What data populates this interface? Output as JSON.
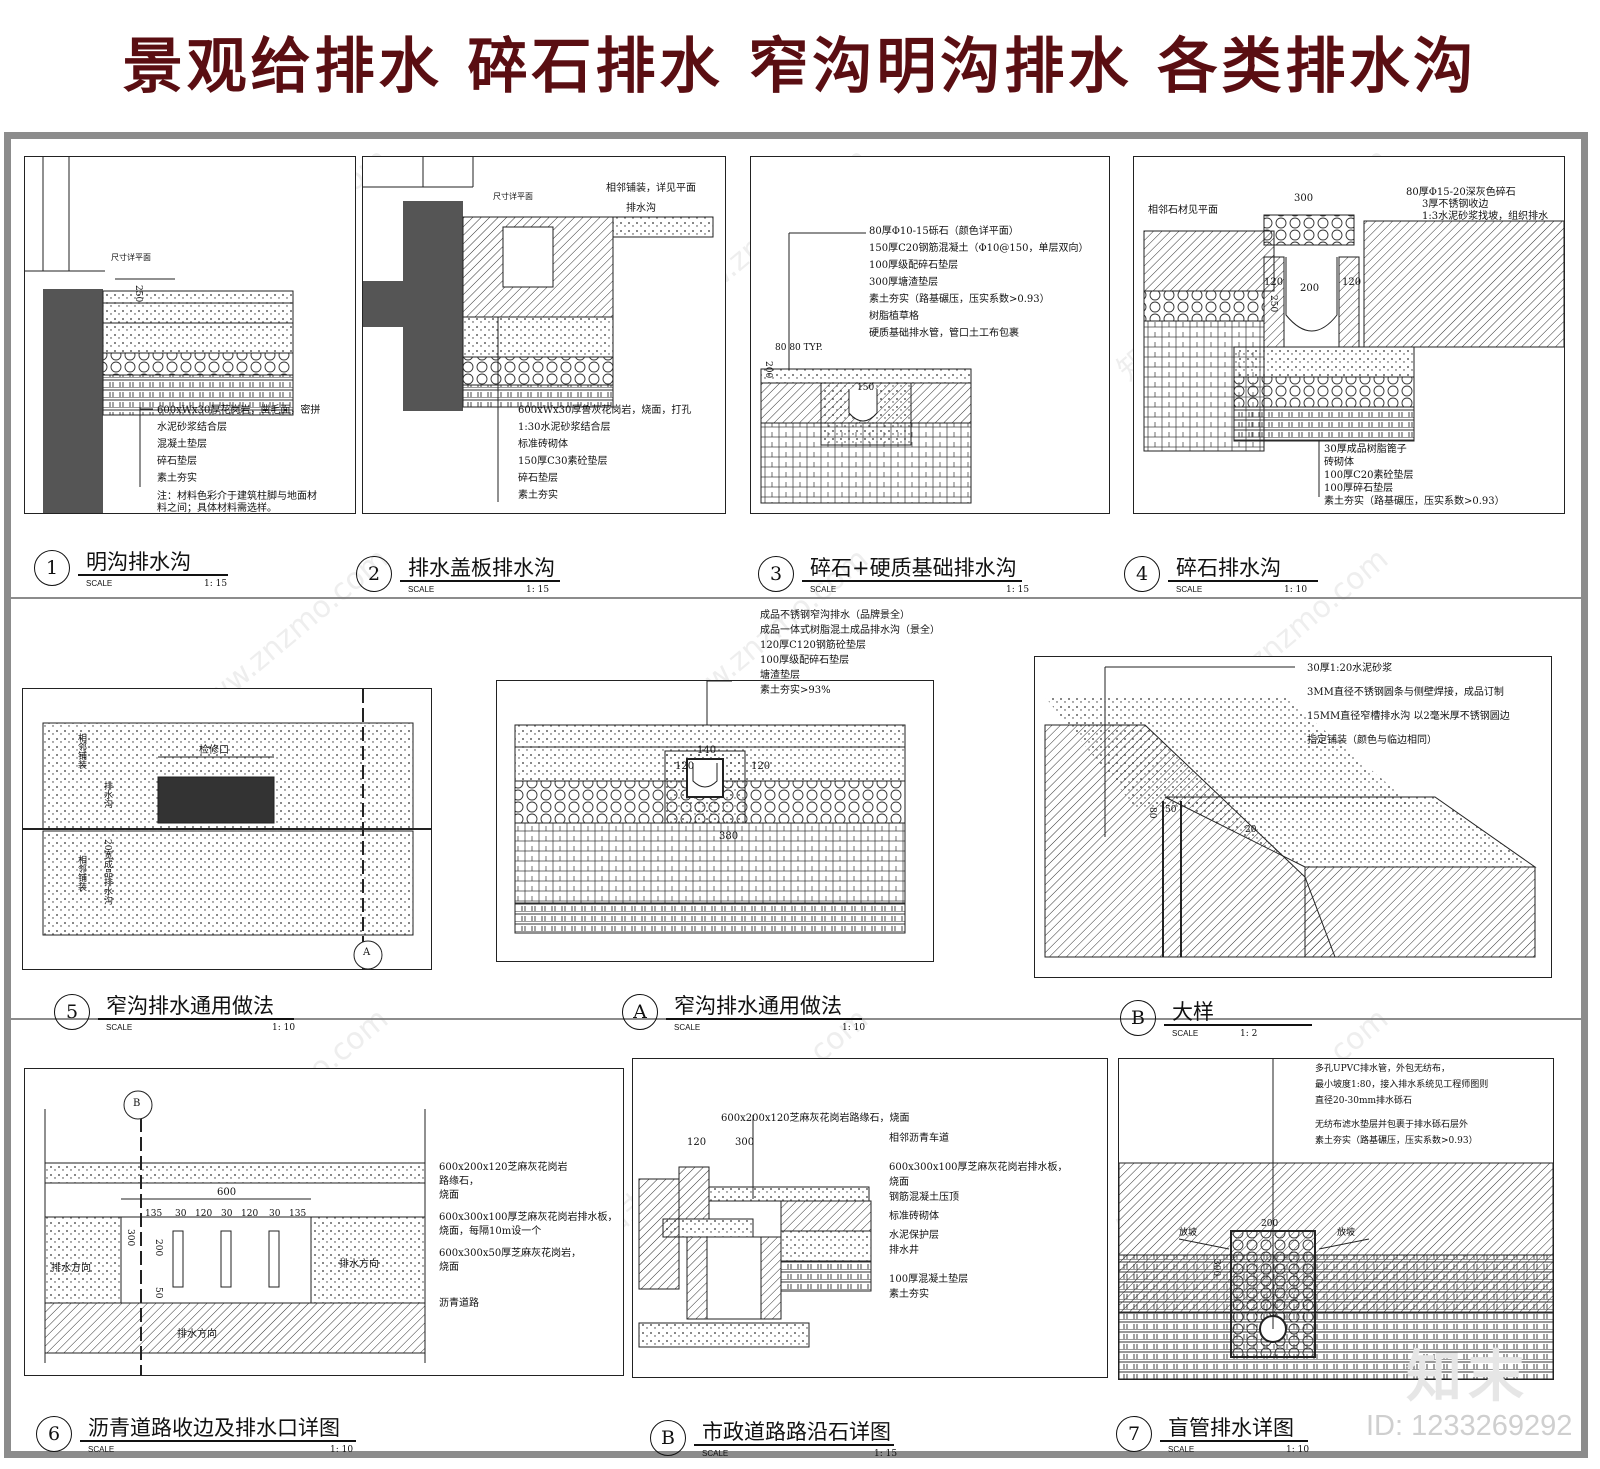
{
  "title": "景观给排水  碎石排水  窄沟明沟排水  各类排水沟",
  "scale_word": "SCALE",
  "watermark": "知末网www.znzmo.com",
  "logo": "知末",
  "id_text": "ID: 1233269292",
  "details": [
    {
      "num": "1",
      "name": "明沟排水沟",
      "ratio": "1: 15",
      "notes": [
        "600xWx30厚花岗岩，凿毛面，密拼",
        "水泥砂浆结合层",
        "混凝土垫层",
        "碎石垫层",
        "素土夯实",
        "注：材料色彩介于建筑柱脚与地面材",
        "料之间；具体材料需选样。"
      ],
      "labels": [
        "尺寸详平面",
        "250"
      ]
    },
    {
      "num": "2",
      "name": "排水盖板排水沟",
      "ratio": "1: 15",
      "notes": [
        "600xWx30厚鲁灰花岗岩，烧面，打孔",
        "1:30水泥砂浆结合层",
        "标准砖砌体",
        "150厚C30素砼垫层",
        "碎石垫层",
        "素土夯实"
      ],
      "labels": [
        "尺寸详平面",
        "相邻铺装，详见平面",
        "排水沟"
      ]
    },
    {
      "num": "3",
      "name": "碎石+硬质基础排水沟",
      "ratio": "1: 15",
      "notes": [
        "80厚Φ10-15砾石（颜色详平面）",
        "150厚C20钢筋混凝土（Φ10@150，单层双向）",
        "100厚级配碎石垫层",
        "300厚塘渣垫层",
        "素土夯实（路基碾压，压实系数>0.93）",
        "树脂植草格",
        "硬质基础排水管，管口土工布包裹"
      ],
      "labels": [
        "80 80 TYP.",
        "150",
        "200"
      ]
    },
    {
      "num": "4",
      "name": "碎石排水沟",
      "ratio": "1: 10",
      "notes": [
        "30厚成品树脂篦子",
        "砖砌体",
        "100厚C20素砼垫层",
        "100厚碎石垫层",
        "素土夯实（路基碾压，压实系数>0.93）"
      ],
      "labels": [
        "80厚Φ15-20深灰色碎石",
        "3厚不锈钢收边",
        "1:3水泥砂浆找坡，组织排水",
        "相邻石材见平面",
        "300",
        "120",
        "200",
        "120",
        "250"
      ]
    },
    {
      "num": "5",
      "name": "窄沟排水通用做法",
      "ratio": "1: 10",
      "labels": [
        "检修口",
        "相邻铺装",
        "排水沟",
        "20宽成品排水沟",
        "相邻铺装",
        "A"
      ]
    },
    {
      "num": "A",
      "name": "窄沟排水通用做法",
      "ratio": "1: 10",
      "notes": [
        "成品不锈钢窄沟排水（品牌景全）",
        "成品一体式树脂混土成品排水沟（景全）",
        "120厚C120钢筋砼垫层",
        "100厚级配碎石垫层",
        "塘渣垫层",
        "素土夯实>93%"
      ],
      "labels": [
        "120",
        "140",
        "120",
        "380"
      ]
    },
    {
      "num": "B",
      "name": "大样",
      "ratio": "1: 2",
      "notes": [
        "30厚1:20水泥砂浆",
        "3MM直径不锈钢圆条与侧壁焊接，成品订制",
        "15MM直径窄槽排水沟 以2毫米厚不锈钢圆边",
        "指定铺装（颜色与临边相同）"
      ],
      "labels": [
        "50",
        "80",
        "20"
      ]
    },
    {
      "num": "6",
      "name": "沥青道路收边及排水口详图",
      "ratio": "1: 10",
      "notes": [
        "600x200x120芝麻灰花岗岩",
        "路缘石，",
        "烧面",
        "600x300x100厚芝麻灰花岗岩排水板，",
        "烧面，每隔10m设一个",
        "600x300x50厚芝麻灰花岗岩，",
        "烧面",
        "沥青道路"
      ],
      "labels": [
        "600",
        "135",
        "30",
        "120",
        "30",
        "120",
        "30",
        "135",
        "排水方向",
        "排水方向",
        "排水方向",
        "300",
        "200",
        "50",
        "B"
      ]
    },
    {
      "num": "B",
      "name": "市政道路路沿石详图",
      "ratio": "1: 15",
      "notes": [
        "相邻沥青车道",
        "600x300x100厚芝麻灰花岗岩排水板，",
        "烧面",
        "钢筋混凝土压顶",
        "标准砖砌体",
        "水泥保护层",
        "排水井",
        "100厚混凝土垫层",
        "素土夯实"
      ],
      "labels": [
        "600x200x120芝麻灰花岗岩路缘石，烧面",
        "120",
        "300"
      ]
    },
    {
      "num": "7",
      "name": "盲管排水详图",
      "ratio": "1: 10",
      "notes": [
        "多孔UPVC排水管，外包无纺布，",
        "最小坡度1:80，接入排水系统见工程师图则",
        "直径20-30mm排水砾石",
        "无纺布滤水垫层并包裹于排水砾石层外",
        "素土夯实（路基碾压，压实系数>0.93）"
      ],
      "labels": [
        "放坡",
        "放坡",
        "200",
        "300"
      ]
    }
  ]
}
